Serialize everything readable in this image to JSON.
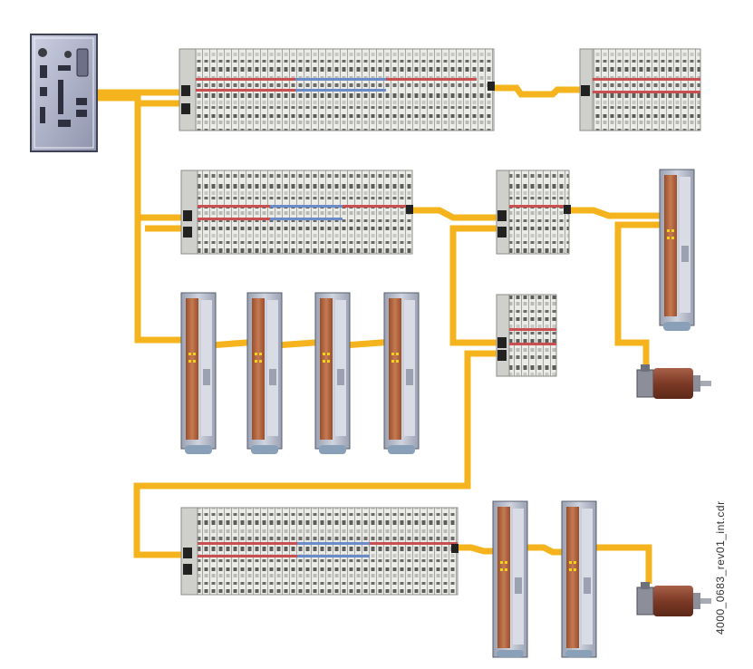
{
  "document_code": "4000_0683_rev01_int.cdr",
  "colors": {
    "cable": "#f5b41e",
    "cable_dark": "#d58f0a",
    "background": "#ffffff",
    "terminal_body": "#e4e4e0",
    "terminal_dark": "#8c8c88",
    "drive_body": "#b0b6c6",
    "drive_panel": "#b4643c",
    "motor_body": "#8e4a34"
  },
  "components": {
    "controller": {
      "icon": "embedded-pc-icon"
    },
    "terminal_blocks": [
      {
        "name": "terminal-block-1",
        "icon": "io-terminal-icon"
      },
      {
        "name": "terminal-block-2",
        "icon": "io-terminal-icon"
      },
      {
        "name": "terminal-block-3",
        "icon": "io-terminal-icon"
      },
      {
        "name": "terminal-block-4",
        "icon": "io-terminal-icon"
      },
      {
        "name": "terminal-block-5",
        "icon": "io-terminal-icon"
      },
      {
        "name": "terminal-block-6",
        "icon": "io-terminal-icon"
      }
    ],
    "drives": [
      {
        "name": "servo-drive-1",
        "icon": "servo-drive-icon"
      },
      {
        "name": "servo-drive-2",
        "icon": "servo-drive-icon"
      },
      {
        "name": "servo-drive-3",
        "icon": "servo-drive-icon"
      },
      {
        "name": "servo-drive-4",
        "icon": "servo-drive-icon"
      },
      {
        "name": "servo-drive-5",
        "icon": "servo-drive-icon"
      },
      {
        "name": "servo-drive-6",
        "icon": "servo-drive-icon"
      },
      {
        "name": "servo-drive-7",
        "icon": "servo-drive-icon"
      }
    ],
    "motors": [
      {
        "name": "servo-motor-1",
        "icon": "servo-motor-icon"
      },
      {
        "name": "servo-motor-2",
        "icon": "servo-motor-icon"
      }
    ]
  }
}
